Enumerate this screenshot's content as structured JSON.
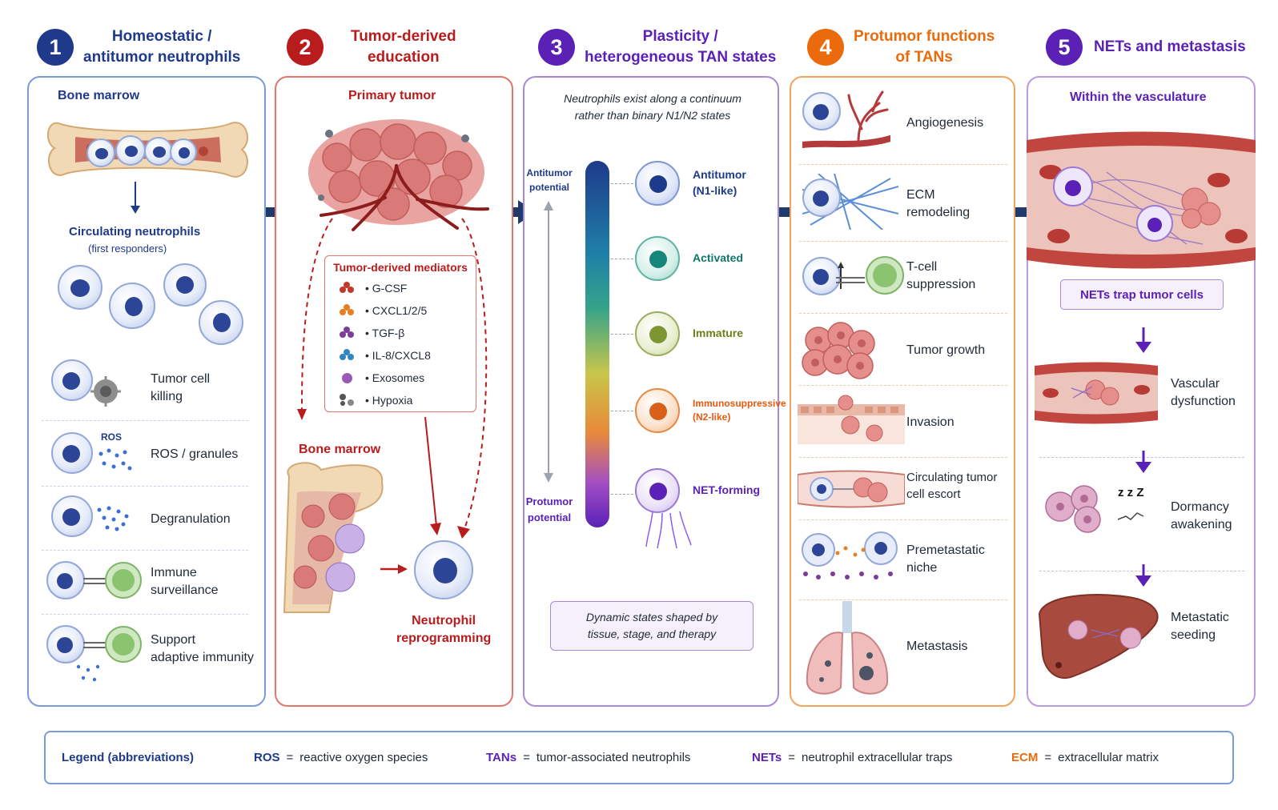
{
  "headers": [
    {
      "num": "1",
      "title": "Homeostatic /\nantitumor neutrophils",
      "color": "#1f3a8a"
    },
    {
      "num": "2",
      "title": "Tumor-derived\neducation",
      "color": "#b91c1c"
    },
    {
      "num": "3",
      "title": "Plasticity /\nheterogeneous TAN states",
      "color": "#5b21b6"
    },
    {
      "num": "4",
      "title": "Protumor functions\nof TANs",
      "color": "#ea6a0c"
    },
    {
      "num": "5",
      "title": "NETs and metastasis",
      "color": "#5b21b6"
    }
  ],
  "panel1": {
    "bone_marrow": "Bone marrow",
    "circulating": "Circulating neutrophils",
    "first_responders": "(first responders)",
    "ros_tag": "ROS",
    "functions": [
      "Tumor cell\nkilling",
      "ROS / granules",
      "Degranulation",
      "Immune\nsurveillance",
      "Support\nadaptive immunity"
    ]
  },
  "panel2": {
    "primary_tumor": "Primary tumor",
    "mediators_title": "Tumor-derived mediators",
    "mediators": [
      {
        "label": "• G-CSF",
        "color": "#c0392b"
      },
      {
        "label": "• CXCL1/2/5",
        "color": "#e67e22"
      },
      {
        "label": "• TGF-β",
        "color": "#7d3c98"
      },
      {
        "label": "• IL-8/CXCL8",
        "color": "#2e86c1"
      },
      {
        "label": "• Exosomes",
        "color": "#9b59b6"
      },
      {
        "label": "• Hypoxia",
        "color": "#555555"
      }
    ],
    "bone_marrow": "Bone marrow",
    "reprogramming": "Neutrophil\nreprogramming"
  },
  "panel3": {
    "intro": "Neutrophils exist along a continuum\nrather than binary N1/N2 states",
    "antitumor_potential": "Antitumor\npotential",
    "protumor_potential": "Protumor\npotential",
    "states": [
      {
        "label": "Antitumor\n(N1-like)",
        "color": "#1e3a8a"
      },
      {
        "label": "Activated",
        "color": "#0f766e"
      },
      {
        "label": "Immature",
        "color": "#6b7f1a"
      },
      {
        "label": "Immunosuppressive\n(N2-like)",
        "color": "#ea580c"
      },
      {
        "label": "NET-forming",
        "color": "#5b21b6"
      }
    ],
    "footer": "Dynamic states shaped by\ntissue, stage, and therapy"
  },
  "panel4": {
    "functions": [
      "Angiogenesis",
      "ECM\nremodeling",
      "T-cell\nsuppression",
      "Tumor growth",
      "Invasion",
      "Circulating tumor\ncell escort",
      "Premetastatic\nniche",
      "Metastasis"
    ]
  },
  "panel5": {
    "vasculature": "Within the vasculature",
    "nets_trap": "NETs trap tumor cells",
    "steps": [
      "Vascular\ndysfunction",
      "Dormancy\nawakening",
      "Metastatic\nseeding"
    ],
    "zzz": "z z Z"
  },
  "legend": {
    "title": "Legend (abbreviations)",
    "items": [
      {
        "abbr": "ROS",
        "eq": "=",
        "def": "reactive oxygen species",
        "color": "#1f3a8a"
      },
      {
        "abbr": "TANs",
        "eq": "=",
        "def": "tumor-associated neutrophils",
        "color": "#5b21b6"
      },
      {
        "abbr": "NETs",
        "eq": "=",
        "def": "neutrophil extracellular traps",
        "color": "#5b21b6"
      },
      {
        "abbr": "ECM",
        "eq": "=",
        "def": "extracellular matrix",
        "color": "#ea6a0c"
      }
    ]
  }
}
